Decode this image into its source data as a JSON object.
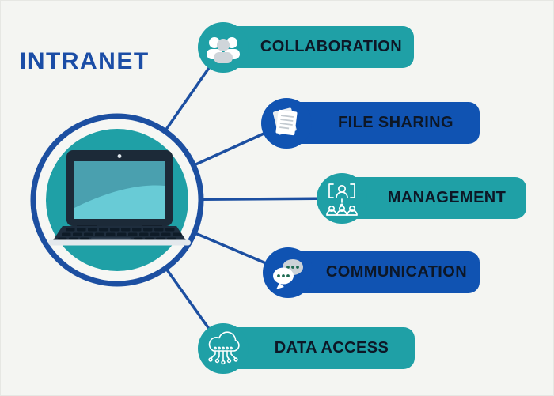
{
  "title": "INTRANET",
  "hub": {
    "icon": "laptop-icon",
    "description_colors": {
      "outer_ring": "#1c4fa1",
      "inner_circle": "#1fa0a6",
      "screen_dark": "#4aa0af",
      "screen_light": "#68cbd6",
      "laptop_body": "#1c2a38"
    }
  },
  "colors": {
    "background": "#f4f5f2",
    "title_blue": "#1b4da6",
    "connector_blue": "#1c4fa1",
    "teal": "#1fa0a6",
    "blue": "#1053b2",
    "label_text": "#0d1726",
    "icon_white": "#ffffff",
    "icon_gray": "#cfd5da",
    "chat_dot_green": "#1e6b52"
  },
  "items": [
    {
      "label": "COLLABORATION",
      "color": "#1fa0a6",
      "icon": "people-group-icon"
    },
    {
      "label": "FILE SHARING",
      "color": "#1053b2",
      "icon": "documents-icon"
    },
    {
      "label": "MANAGEMENT",
      "color": "#1fa0a6",
      "icon": "team-leader-icon"
    },
    {
      "label": "COMMUNICATION",
      "color": "#1053b2",
      "icon": "chat-bubbles-icon"
    },
    {
      "label": "DATA ACCESS",
      "color": "#1fa0a6",
      "icon": "cloud-network-icon"
    }
  ]
}
